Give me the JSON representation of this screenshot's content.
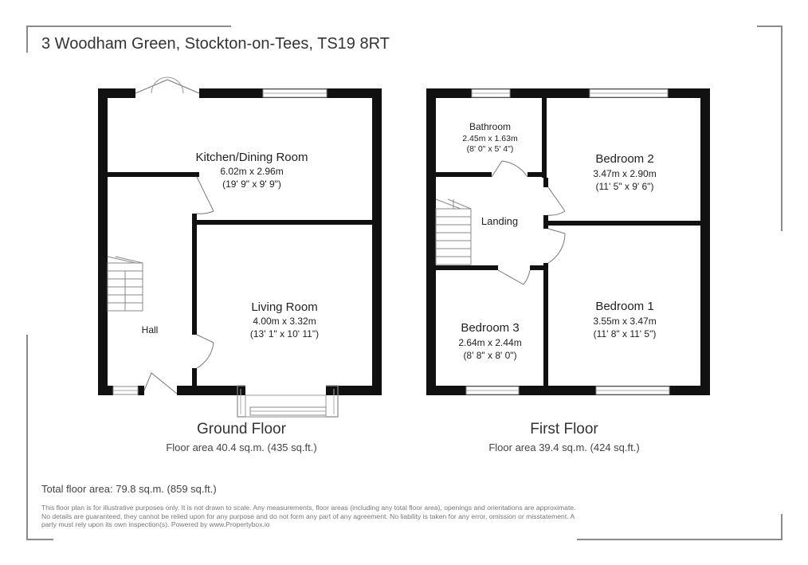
{
  "title": "3 Woodham Green, Stockton-on-Tees, TS19 8RT",
  "ground_floor": {
    "name": "Ground Floor",
    "area": "Floor area 40.4 sq.m. (435 sq.ft.)",
    "rooms": {
      "kitchen": {
        "name": "Kitchen/Dining Room",
        "metric": "6.02m x 2.96m",
        "imperial": "(19' 9\" x 9' 9\")"
      },
      "living": {
        "name": "Living Room",
        "metric": "4.00m x 3.32m",
        "imperial": "(13' 1\" x 10' 11\")"
      },
      "hall": {
        "name": "Hall"
      }
    }
  },
  "first_floor": {
    "name": "First Floor",
    "area": "Floor area 39.4 sq.m. (424 sq.ft.)",
    "rooms": {
      "bathroom": {
        "name": "Bathroom",
        "metric": "2.45m x 1.63m",
        "imperial": "(8' 0\" x 5' 4\")"
      },
      "bedroom2": {
        "name": "Bedroom 2",
        "metric": "3.47m x 2.90m",
        "imperial": "(11' 5\" x 9' 6\")"
      },
      "landing": {
        "name": "Landing"
      },
      "bedroom3": {
        "name": "Bedroom 3",
        "metric": "2.64m x 2.44m",
        "imperial": "(8' 8\" x 8' 0\")"
      },
      "bedroom1": {
        "name": "Bedroom 1",
        "metric": "3.55m x 3.47m",
        "imperial": "(11' 8\" x 11' 5\")"
      }
    }
  },
  "total_area": "Total floor area: 79.8 sq.m. (859 sq.ft.)",
  "disclaimer": "This floor plan is for illustrative purposes only. It is not drawn to scale. Any measurements, floor areas (including any total floor area), openings and orientations are approximate. No details are guaranteed, they cannot be relied upon for any purpose and do not form any part of any agreement. No liability is taken for any error, omission or misstatement. A party must rely upon its own inspection(s). Powered by www.Propertybox.io"
}
